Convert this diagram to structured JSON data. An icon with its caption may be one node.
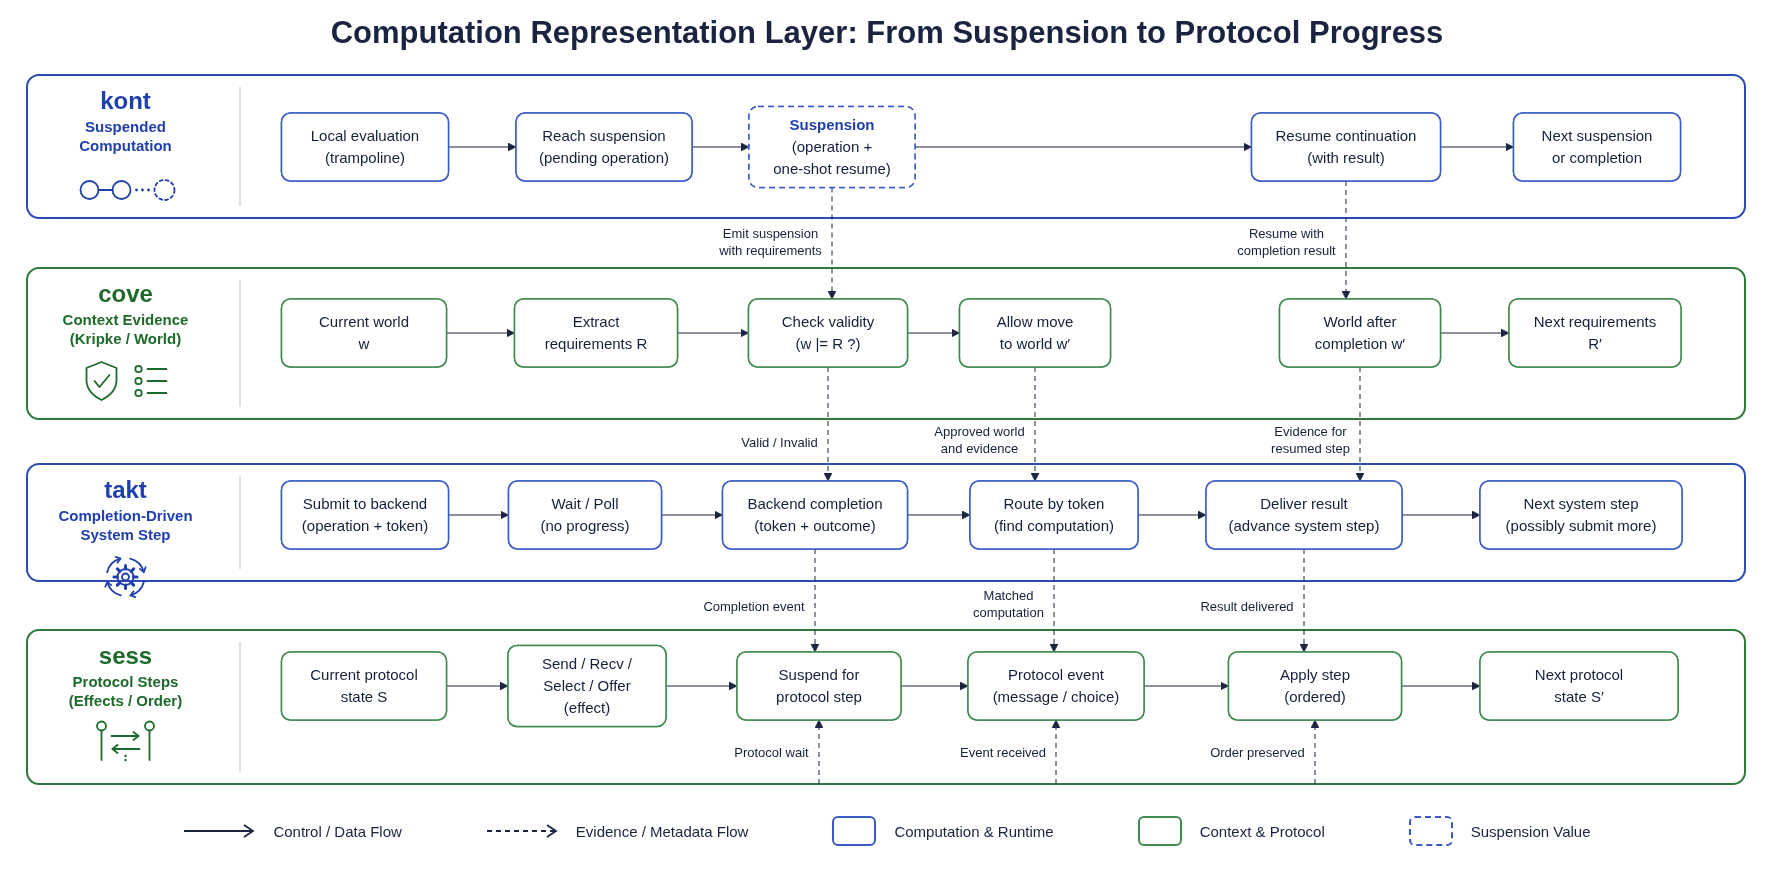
{
  "diagram": {
    "title": "Computation Representation Layer: From Suspension to Protocol Progress",
    "nodes": [
      {
        "text": [
          "kont",
          "Suspended Computation"
        ]
      },
      {
        "text": [
          "Local evaluation (trampoline)"
        ],
        "in": 0
      },
      {
        "text": [
          "Reach suspension (pending operation)"
        ],
        "in": 0
      },
      {
        "text": [
          "Suspension",
          "(operation + one-shot resume)"
        ],
        "in": 0
      },
      {
        "text": [
          "Resume continuation (with result)"
        ],
        "in": 0
      },
      {
        "text": [
          "Next suspension or completion"
        ],
        "in": 0
      },
      {
        "text": [
          "cove",
          "Context Evidence (Kripke / World)"
        ]
      },
      {
        "text": [
          "Current world w"
        ],
        "in": 6
      },
      {
        "text": [
          "Extract requirements R"
        ],
        "in": 6
      },
      {
        "text": [
          "Check validity (w |= R ?)"
        ],
        "in": 6
      },
      {
        "text": [
          "Allow move to world w′"
        ],
        "in": 6
      },
      {
        "text": [
          "World after completion w′"
        ],
        "in": 6
      },
      {
        "text": [
          "Next requirements R′"
        ],
        "in": 6
      },
      {
        "text": [
          "takt",
          "Completion-Driven System Step"
        ]
      },
      {
        "text": [
          "Submit to backend (operation + token)"
        ],
        "in": 13
      },
      {
        "text": [
          "Wait / Poll (no progress)"
        ],
        "in": 13
      },
      {
        "text": [
          "Backend completion (token + outcome)"
        ],
        "in": 13
      },
      {
        "text": [
          "Route by token (find computation)"
        ],
        "in": 13
      },
      {
        "text": [
          "Deliver result (advance system step)"
        ],
        "in": 13
      },
      {
        "text": [
          "Next system step (possibly submit more)"
        ],
        "in": 13
      },
      {
        "text": [
          "sess",
          "Protocol Steps (Effects / Order)"
        ]
      },
      {
        "text": [
          "Current protocol state S"
        ],
        "in": 20
      },
      {
        "text": [
          "Send / Recv / Select / Offer (effect)"
        ],
        "in": 20
      },
      {
        "text": [
          "Suspend for protocol step"
        ],
        "in": 20
      },
      {
        "text": [
          "Protocol event (message / choice)"
        ],
        "in": 20
      },
      {
        "text": [
          "Apply step (ordered)"
        ],
        "in": 20
      },
      {
        "text": [
          "Next protocol state S′"
        ],
        "in": 20
      }
    ],
    "edges": [
      {
        "from": 1,
        "to": 2,
        "arrow": "to"
      },
      {
        "from": 2,
        "to": 3,
        "arrow": "to"
      },
      {
        "from": 3,
        "to": 4,
        "arrow": "to"
      },
      {
        "from": 4,
        "to": 5,
        "arrow": "to"
      },
      {
        "from": 3,
        "to": 9,
        "arrow": "to",
        "label": "Emit suspension with requirements",
        "style": "dashed"
      },
      {
        "from": 4,
        "to": 11,
        "arrow": "to",
        "label": "Resume with completion result",
        "style": "dashed"
      },
      {
        "from": 7,
        "to": 8,
        "arrow": "to"
      },
      {
        "from": 8,
        "to": 9,
        "arrow": "to"
      },
      {
        "from": 9,
        "to": 10,
        "arrow": "to"
      },
      {
        "from": 11,
        "to": 12,
        "arrow": "to"
      },
      {
        "from": 9,
        "to": 16,
        "arrow": "to",
        "label": "Valid / Invalid",
        "style": "dashed"
      },
      {
        "from": 10,
        "to": 17,
        "arrow": "to",
        "label": "Approved world and evidence",
        "style": "dashed"
      },
      {
        "from": 11,
        "to": 18,
        "arrow": "to",
        "label": "Evidence for resumed step",
        "style": "dashed"
      },
      {
        "from": 14,
        "to": 15,
        "arrow": "to"
      },
      {
        "from": 15,
        "to": 16,
        "arrow": "to"
      },
      {
        "from": 16,
        "to": 17,
        "arrow": "to"
      },
      {
        "from": 17,
        "to": 18,
        "arrow": "to"
      },
      {
        "from": 18,
        "to": 19,
        "arrow": "to"
      },
      {
        "from": 16,
        "to": 23,
        "arrow": "to",
        "label": "Completion event",
        "style": "dashed"
      },
      {
        "from": 17,
        "to": 24,
        "arrow": "to",
        "label": "Matched computation",
        "style": "dashed"
      },
      {
        "from": 18,
        "to": 25,
        "arrow": "to",
        "label": "Result delivered",
        "style": "dashed"
      },
      {
        "from": 21,
        "to": 22,
        "arrow": "to"
      },
      {
        "from": 22,
        "to": 23,
        "arrow": "to"
      },
      {
        "from": 23,
        "to": 24,
        "arrow": "to"
      },
      {
        "from": 24,
        "to": 25,
        "arrow": "to"
      },
      {
        "from": 25,
        "to": 26,
        "arrow": "to"
      },
      {
        "from": 20,
        "to": 23,
        "arrow": "to",
        "label": "Protocol wait",
        "style": "dashed"
      },
      {
        "from": 20,
        "to": 24,
        "arrow": "to",
        "label": "Event received",
        "style": "dashed"
      },
      {
        "from": 20,
        "to": 25,
        "arrow": "to",
        "label": "Order preserved",
        "style": "dashed"
      }
    ],
    "legend": [
      {
        "text": "Control / Data Flow"
      },
      {
        "text": "Evidence / Metadata Flow"
      },
      {
        "text": "Computation & Runtime",
        "color": "#3a5bc7"
      },
      {
        "text": "Context & Protocol",
        "color": "#3f8a4c"
      },
      {
        "text": "Suspension Value",
        "color": "#3a5bc7"
      }
    ]
  }
}
